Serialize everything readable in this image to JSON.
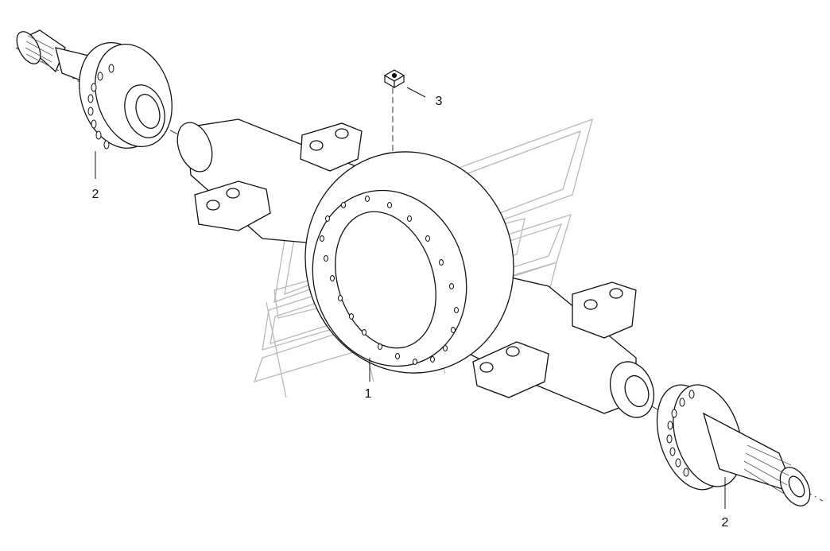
{
  "diagram": {
    "callouts": [
      {
        "id": "housing",
        "label": "1"
      },
      {
        "id": "shaft-left",
        "label": "2"
      },
      {
        "id": "plug",
        "label": "3"
      },
      {
        "id": "shaft-right",
        "label": "2"
      }
    ]
  }
}
